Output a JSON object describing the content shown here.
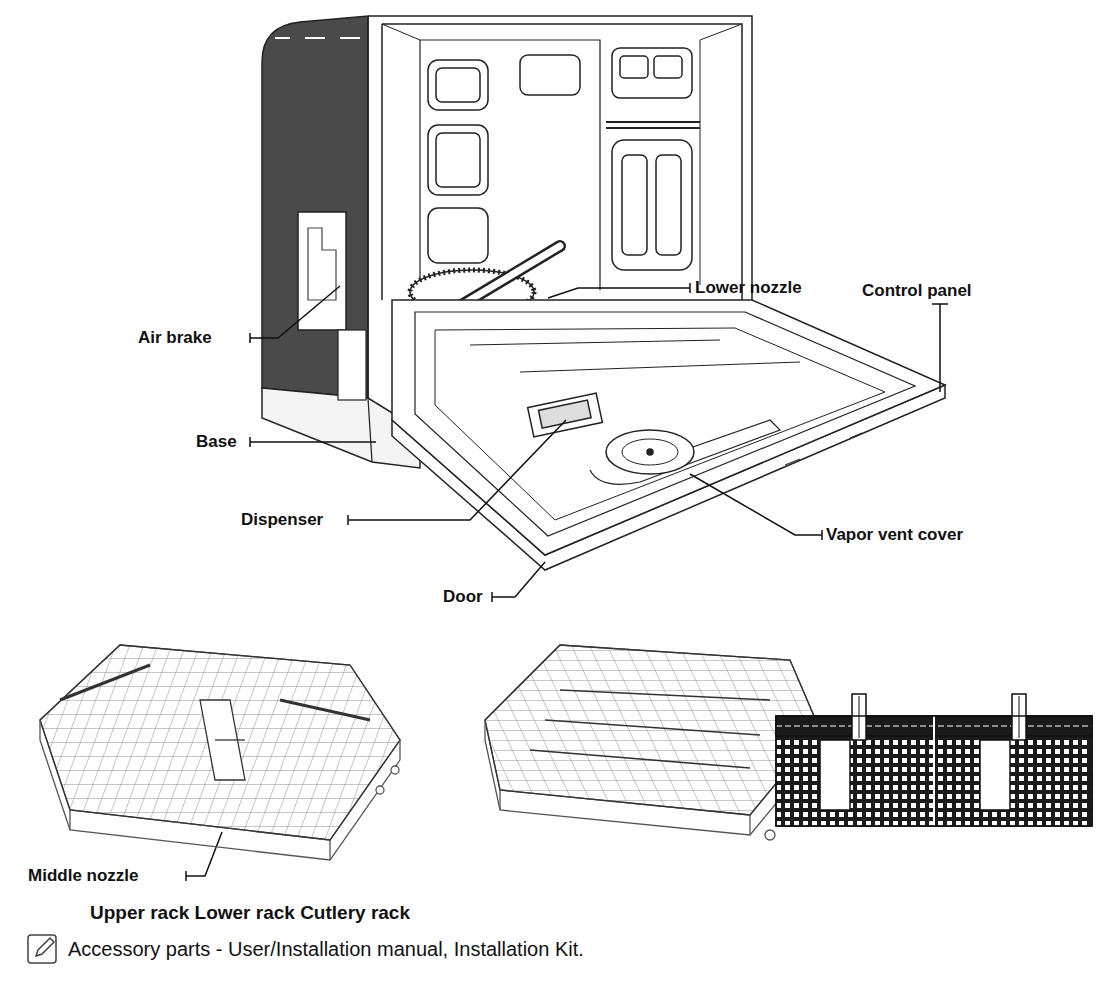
{
  "diagram": {
    "labels": [
      "Lower nozzle",
      "Air brake",
      "Control panel",
      "Base",
      "Dispenser",
      "Vapor vent cover",
      "Door",
      "Middle nozzle",
      "Upper rack Lower rack Cutlery rack",
      "Accessory parts - User/Installation manual, Installation Kit."
    ]
  }
}
